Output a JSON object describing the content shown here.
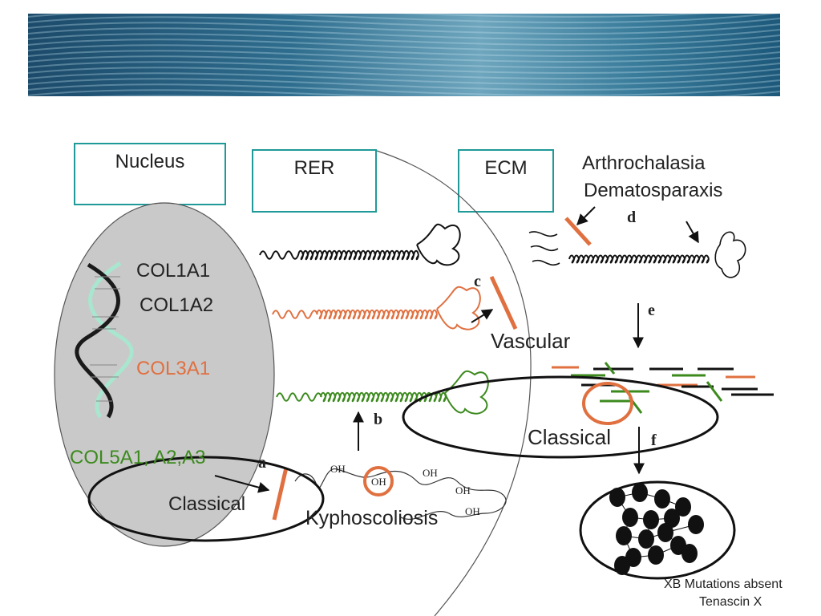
{
  "colors": {
    "teal": "#1f9a98",
    "orange": "#e07040",
    "green": "#3c8a1e",
    "nucleus_fill": "#c9c9c9"
  },
  "sections": {
    "nucleus": "Nucleus",
    "rer": "RER",
    "ecm": "ECM"
  },
  "genes": {
    "col1a1": "COL1A1",
    "col1a2": "COL1A2",
    "col3a1": "COL3A1",
    "col5": "COL5A1, A2,A3"
  },
  "types": {
    "classical_nucleus": "Classical",
    "kyphoscoliosis": "Kyphoscoliosis",
    "vascular": "Vascular",
    "classical_ecm": "Classical",
    "arthrochalasia": "Arthrochalasia",
    "dermatosparaxis": "Dematosparaxis"
  },
  "steps": [
    "a",
    "b",
    "c",
    "d",
    "e",
    "f"
  ],
  "hydroxyl": "OH",
  "footer": {
    "line1": "XB Mutations absent",
    "line2": "Tenascin X"
  }
}
